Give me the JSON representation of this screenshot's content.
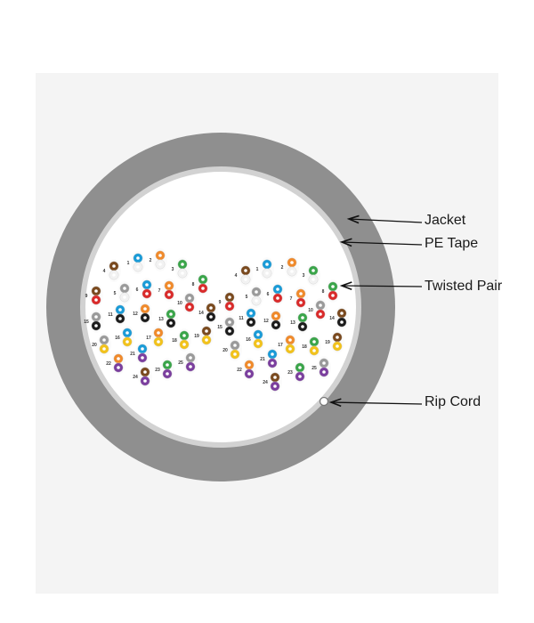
{
  "colors": {
    "jacket": "#8f8f8f",
    "pe_tape": "#d2d2d2",
    "core": "#ffffff",
    "leader": "#111111",
    "pair_colors": {
      "blue": "#1a9bd7",
      "orange": "#f08a2b",
      "green": "#3aa54a",
      "brown": "#7a4a1f",
      "slate": "#9a9a9a",
      "white": "#f2f2f2",
      "red": "#d92b2b",
      "black": "#1c1c1c",
      "yellow": "#f2c21b",
      "violet": "#7b3f9e"
    }
  },
  "labels": {
    "jacket": "Jacket",
    "pe_tape": "PE Tape",
    "twisted_pair": "Twisted Pair",
    "rip_cord": "Rip Cord"
  },
  "pairs": [
    {
      "n": "1",
      "c1": "white",
      "c2": "blue"
    },
    {
      "n": "2",
      "c1": "white",
      "c2": "orange"
    },
    {
      "n": "3",
      "c1": "white",
      "c2": "green"
    },
    {
      "n": "4",
      "c1": "white",
      "c2": "brown"
    },
    {
      "n": "5",
      "c1": "white",
      "c2": "slate"
    },
    {
      "n": "6",
      "c1": "red",
      "c2": "blue"
    },
    {
      "n": "7",
      "c1": "red",
      "c2": "orange"
    },
    {
      "n": "8",
      "c1": "red",
      "c2": "green"
    },
    {
      "n": "9",
      "c1": "red",
      "c2": "brown"
    },
    {
      "n": "10",
      "c1": "red",
      "c2": "slate"
    },
    {
      "n": "11",
      "c1": "black",
      "c2": "blue"
    },
    {
      "n": "12",
      "c1": "black",
      "c2": "orange"
    },
    {
      "n": "13",
      "c1": "black",
      "c2": "green"
    },
    {
      "n": "14",
      "c1": "black",
      "c2": "brown"
    },
    {
      "n": "15",
      "c1": "black",
      "c2": "slate"
    },
    {
      "n": "16",
      "c1": "yellow",
      "c2": "blue"
    },
    {
      "n": "17",
      "c1": "yellow",
      "c2": "orange"
    },
    {
      "n": "18",
      "c1": "yellow",
      "c2": "green"
    },
    {
      "n": "19",
      "c1": "yellow",
      "c2": "brown"
    },
    {
      "n": "20",
      "c1": "yellow",
      "c2": "slate"
    },
    {
      "n": "21",
      "c1": "violet",
      "c2": "blue"
    },
    {
      "n": "22",
      "c1": "violet",
      "c2": "orange"
    },
    {
      "n": "23",
      "c1": "violet",
      "c2": "green"
    },
    {
      "n": "24",
      "c1": "violet",
      "c2": "brown"
    },
    {
      "n": "25",
      "c1": "violet",
      "c2": "slate"
    }
  ],
  "bundles": [
    "left",
    "right"
  ]
}
